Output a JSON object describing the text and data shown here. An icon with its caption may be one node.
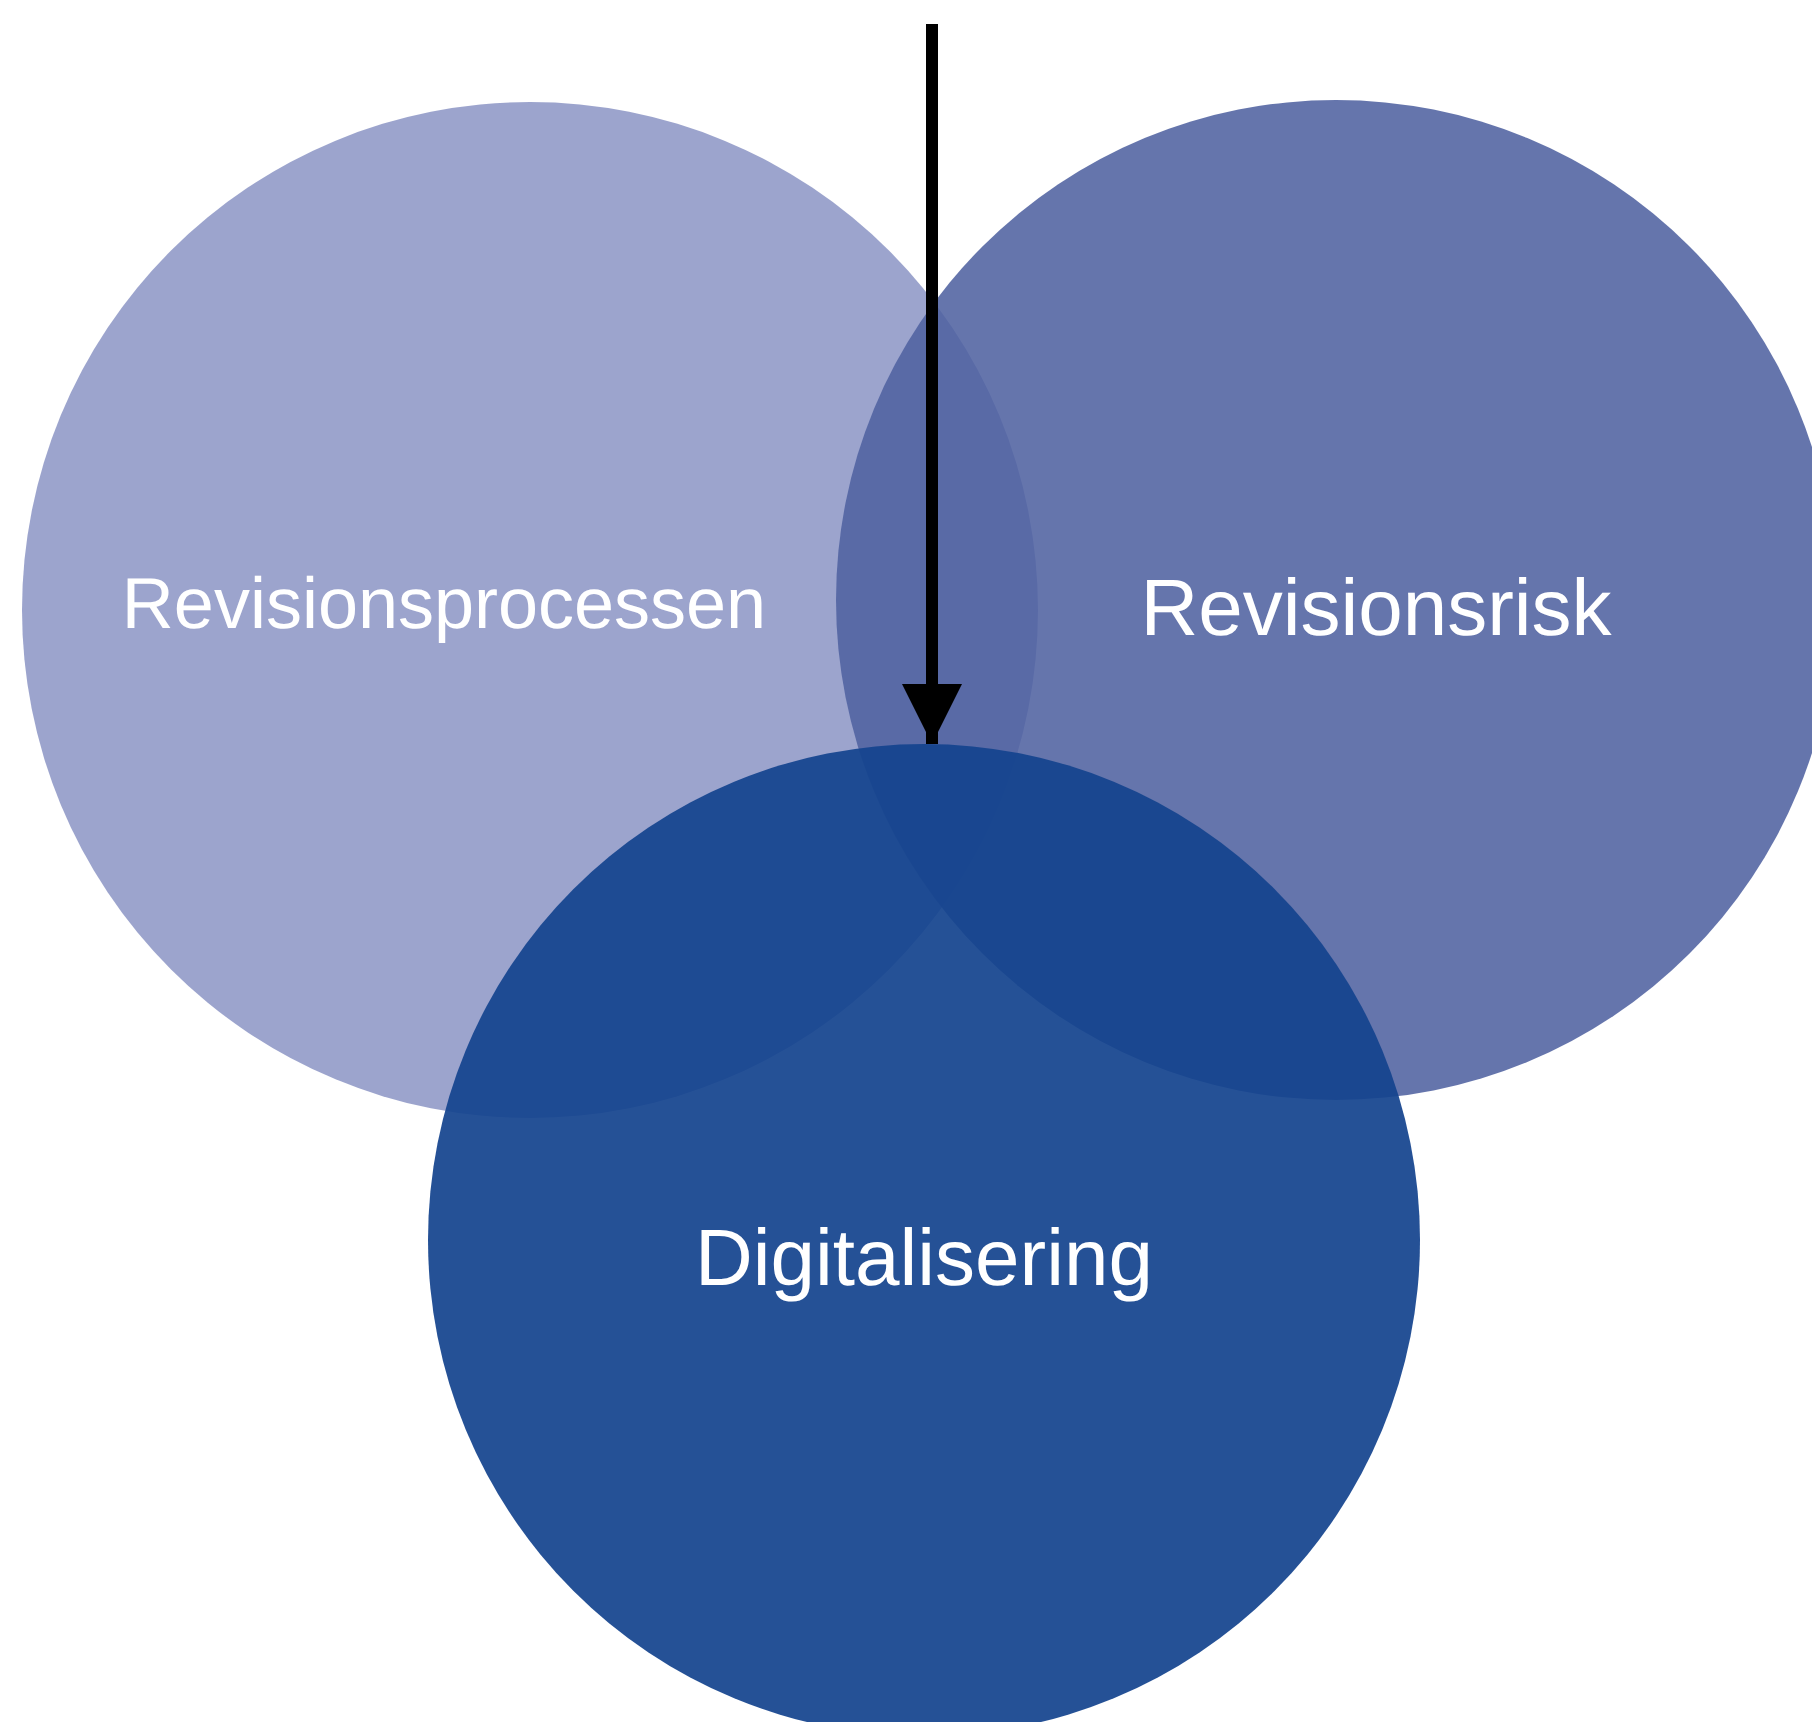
{
  "diagram": {
    "nodes": [
      {
        "text": [
          "Revisionsprocessen"
        ]
      },
      {
        "text": [
          "Revisionsrisk"
        ]
      },
      {
        "text": [
          "Digitalisering"
        ]
      }
    ],
    "edges": [
      {
        "from": null,
        "to": 2,
        "arrow": "to"
      }
    ]
  }
}
